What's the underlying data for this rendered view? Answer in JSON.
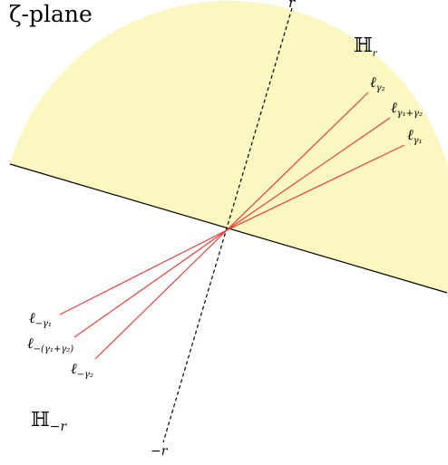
{
  "title": "ζ-plane",
  "half_planes": {
    "upper": {
      "symbol": "ℍ",
      "subscript": "r"
    },
    "lower": {
      "symbol": "ℍ",
      "subscript": "−r"
    }
  },
  "axis": {
    "top_label": "r",
    "bottom_label": "−r"
  },
  "rays": {
    "upper": [
      {
        "symbol": "ℓ",
        "subscript": "γ₂"
      },
      {
        "symbol": "ℓ",
        "subscript": "γ₁+γ₂"
      },
      {
        "symbol": "ℓ",
        "subscript": "γ₁"
      }
    ],
    "lower": [
      {
        "symbol": "ℓ",
        "subscript": "−γ₁"
      },
      {
        "symbol": "ℓ",
        "subscript": "−(γ₁+γ₂)"
      },
      {
        "symbol": "ℓ",
        "subscript": "−γ₂"
      }
    ]
  },
  "colors": {
    "half_plane_fill": "#fbf7c0",
    "ray": "#e8403a",
    "line": "#000000"
  }
}
